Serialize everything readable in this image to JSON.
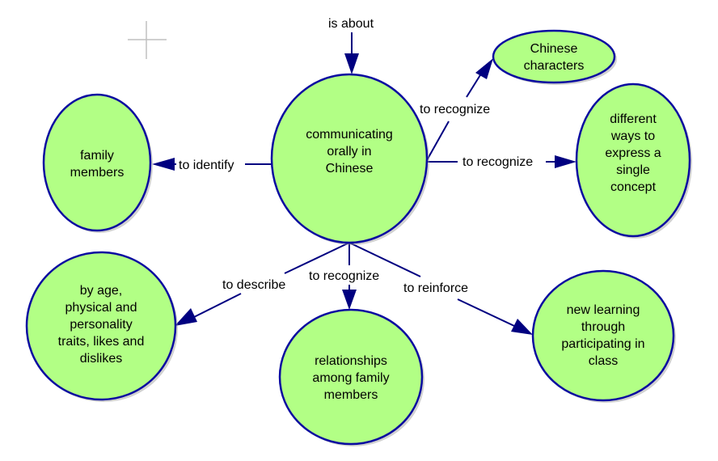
{
  "colors": {
    "node_fill": "#b2ff85",
    "node_stroke": "#0a0aa0",
    "edge": "#000080",
    "background": "#ffffff"
  },
  "concept_map": {
    "incoming_label": "is about",
    "nodes": [
      {
        "id": "central",
        "lines": [
          "communicating",
          "orally in",
          "Chinese"
        ]
      },
      {
        "id": "family",
        "lines": [
          "family",
          "members"
        ]
      },
      {
        "id": "characters",
        "lines": [
          "Chinese",
          "characters"
        ]
      },
      {
        "id": "ways",
        "lines": [
          "different",
          "ways to",
          "express a",
          "single",
          "concept"
        ]
      },
      {
        "id": "describe",
        "lines": [
          "by age,",
          "physical and",
          "personality",
          "traits, likes and",
          "dislikes"
        ]
      },
      {
        "id": "relationships",
        "lines": [
          "relationships",
          "among family",
          "members"
        ]
      },
      {
        "id": "learning",
        "lines": [
          "new learning",
          "through",
          "participating in",
          "class"
        ]
      }
    ],
    "links": [
      {
        "from": "central",
        "to": "family",
        "label": "to identify"
      },
      {
        "from": "central",
        "to": "characters",
        "label": "to recognize"
      },
      {
        "from": "central",
        "to": "ways",
        "label": "to recognize"
      },
      {
        "from": "central",
        "to": "describe",
        "label": "to describe"
      },
      {
        "from": "central",
        "to": "relationships",
        "label": "to recognize"
      },
      {
        "from": "central",
        "to": "learning",
        "label": "to reinforce"
      }
    ]
  }
}
